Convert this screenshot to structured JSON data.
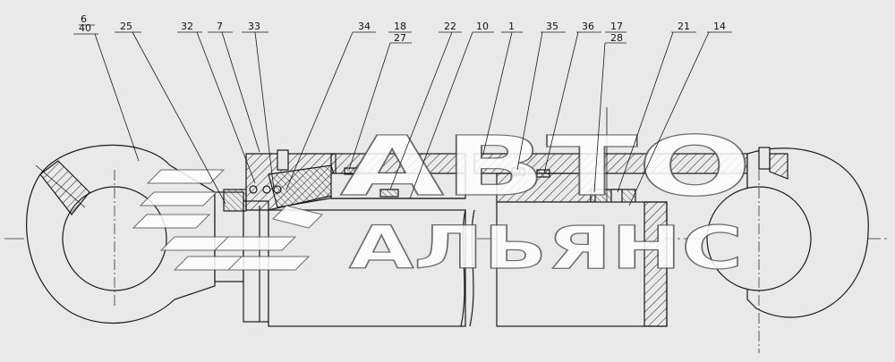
{
  "colors": {
    "background": "#e9e9e9",
    "line": "#1a1a1a",
    "watermark_fill": "#ffffff",
    "watermark_stroke": "#555555"
  },
  "watermark": {
    "line1": "АВТО",
    "line2": "АЛЬЯНС"
  },
  "callouts": [
    {
      "id": "6",
      "label": "6"
    },
    {
      "id": "40",
      "label": "40"
    },
    {
      "id": "25",
      "label": "25"
    },
    {
      "id": "32",
      "label": "32"
    },
    {
      "id": "7",
      "label": "7"
    },
    {
      "id": "33",
      "label": "33"
    },
    {
      "id": "34",
      "label": "34"
    },
    {
      "id": "18",
      "label": "18"
    },
    {
      "id": "27",
      "label": "27"
    },
    {
      "id": "22",
      "label": "22"
    },
    {
      "id": "10",
      "label": "10"
    },
    {
      "id": "1",
      "label": "1"
    },
    {
      "id": "35",
      "label": "35"
    },
    {
      "id": "36",
      "label": "36"
    },
    {
      "id": "17",
      "label": "17"
    },
    {
      "id": "28",
      "label": "28"
    },
    {
      "id": "21",
      "label": "21"
    },
    {
      "id": "14",
      "label": "14"
    }
  ]
}
